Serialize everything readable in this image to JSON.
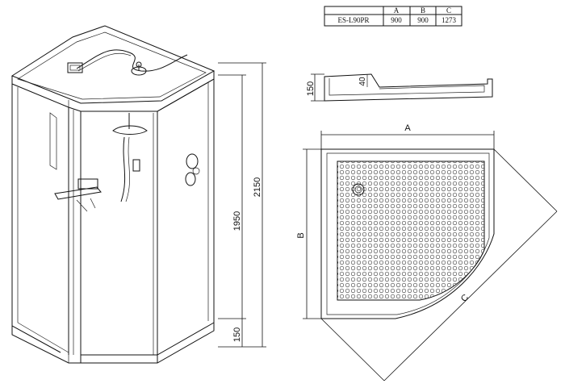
{
  "spec_table": {
    "headers": [
      "",
      "A",
      "B",
      "C"
    ],
    "row": [
      "ES-L90PR",
      "900",
      "900",
      "1273"
    ]
  },
  "cabin_dims": {
    "total_height": "2150",
    "cabin_height": "1950",
    "tray_height": "150"
  },
  "tray_side": {
    "height": "150",
    "inner": "40"
  },
  "tray_top": {
    "a_label": "A",
    "b_label": "B",
    "c_label": "C"
  }
}
